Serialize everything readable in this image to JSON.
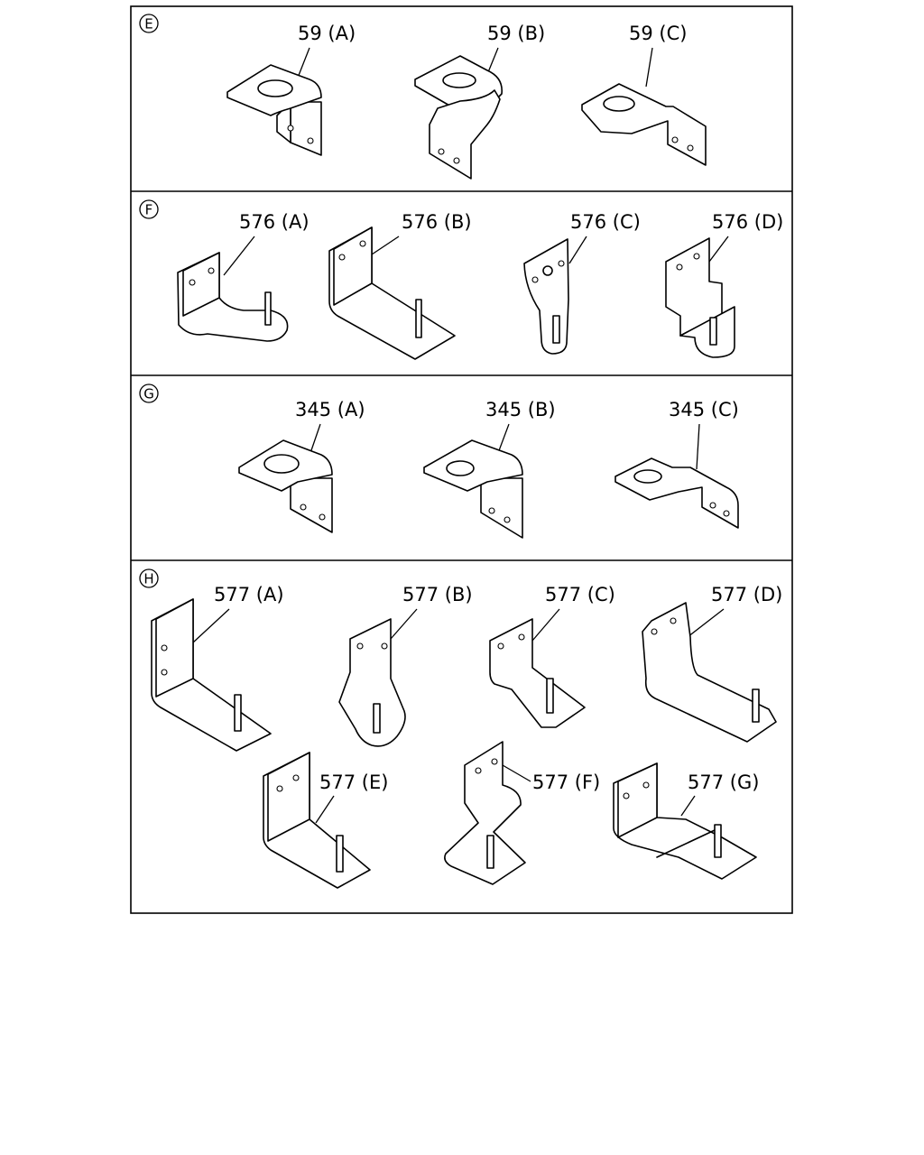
{
  "sections": [
    {
      "id": "E",
      "parts": [
        {
          "label": "59 (A)"
        },
        {
          "label": "59 (B)"
        },
        {
          "label": "59 (C)"
        }
      ]
    },
    {
      "id": "F",
      "parts": [
        {
          "label": "576 (A)"
        },
        {
          "label": "576 (B)"
        },
        {
          "label": "576 (C)"
        },
        {
          "label": "576 (D)"
        }
      ]
    },
    {
      "id": "G",
      "parts": [
        {
          "label": "345 (A)"
        },
        {
          "label": "345 (B)"
        },
        {
          "label": "345 (C)"
        }
      ]
    },
    {
      "id": "H",
      "parts": [
        {
          "label": "577 (A)"
        },
        {
          "label": "577 (B)"
        },
        {
          "label": "577 (C)"
        },
        {
          "label": "577 (D)"
        },
        {
          "label": "577 (E)"
        },
        {
          "label": "577 (F)"
        },
        {
          "label": "577 (G)"
        }
      ]
    }
  ]
}
